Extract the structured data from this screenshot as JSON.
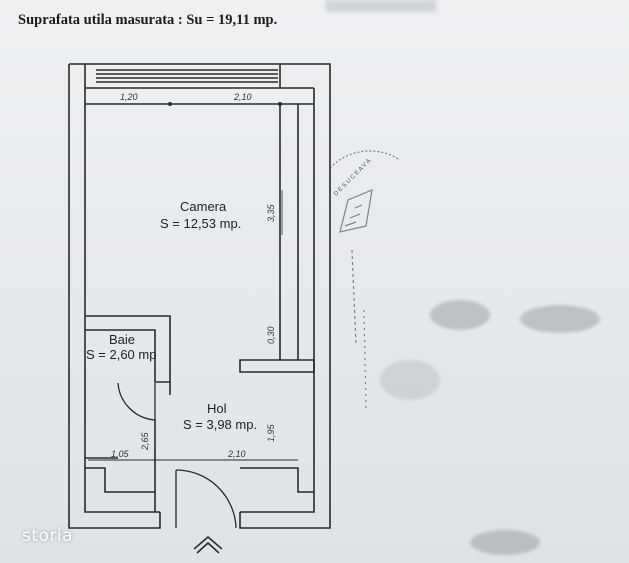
{
  "header": {
    "title": "Suprafata utila masurata : Su = 19,11 mp."
  },
  "rooms": [
    {
      "name": "Camera",
      "area": "S = 12,53 mp."
    },
    {
      "name": "Baie",
      "area": "S = 2,60 mp"
    },
    {
      "name": "Hol",
      "area": "S = 3,98 mp."
    }
  ],
  "dimensions": {
    "top_left": "1,20",
    "top_right": "2,10",
    "camera_height": "3,35",
    "wall_gap": "0,30",
    "bath_height": "2,65",
    "bottom_left": "1,05",
    "bottom_right": "2,10",
    "hall_height": "1,95"
  },
  "colors": {
    "line": "#2a2a2a",
    "stamp": "#4b5560"
  },
  "watermark": {
    "brand": "storia"
  }
}
